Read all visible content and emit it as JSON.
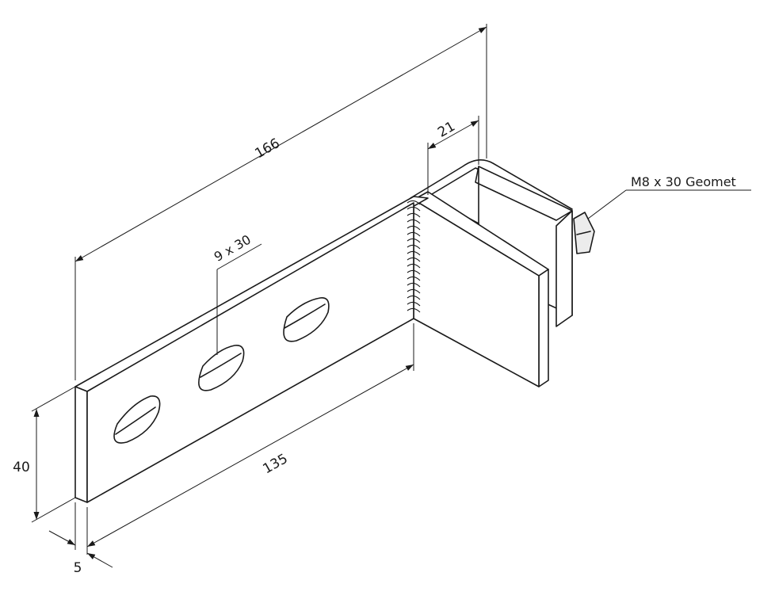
{
  "drawing": {
    "dimensions": {
      "overall_length": "166",
      "leg_length": "135",
      "height": "40",
      "thickness": "5",
      "upright_offset": "21",
      "slot_size": "9 x 30"
    },
    "bolt_note": "M8 x 30 Geomet"
  }
}
